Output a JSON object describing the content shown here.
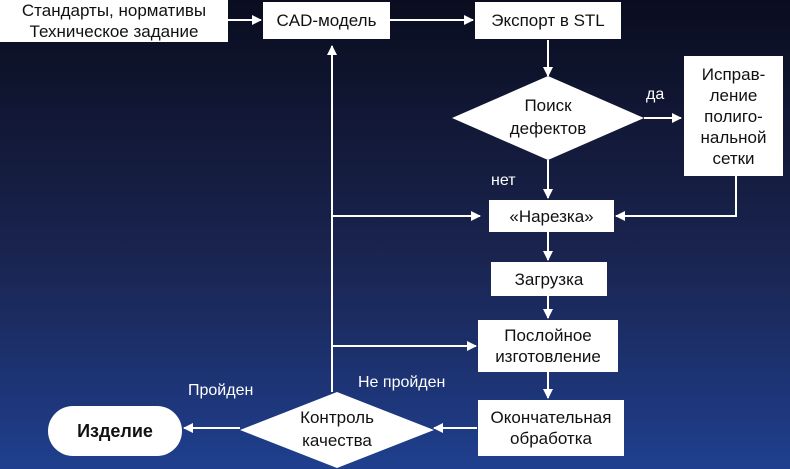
{
  "nodes": {
    "standards": "Стандарты, нормативы\nТехническое задание",
    "cad": "CAD-модель",
    "export": "Экспорт в STL",
    "search": "Поиск\nдефектов",
    "fix": "Исправ-\nление\nполиго-\nнальной\nсетки",
    "slicing": "«Нарезка»",
    "loading": "Загрузка",
    "layer": "Послойное\nизготовление",
    "finishing": "Окончательная\nобработка",
    "quality": "Контроль\nкачества",
    "product": "Изделие"
  },
  "edge_labels": {
    "yes": "да",
    "no": "нет",
    "passed": "Пройден",
    "failed": "Не пройден"
  }
}
